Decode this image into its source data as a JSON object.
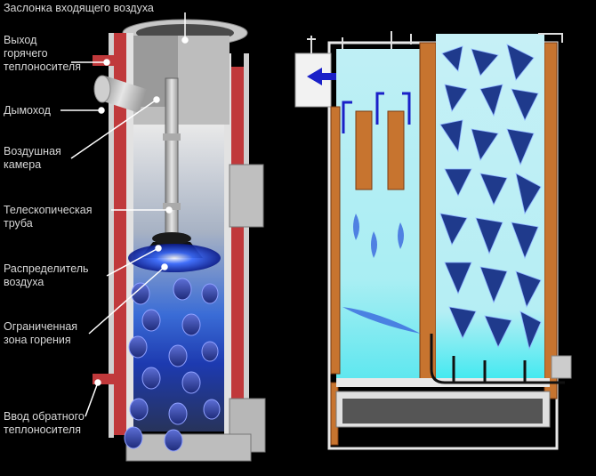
{
  "labels": {
    "air_damper": "Заслонка входящего воздуха",
    "hot_outlet_1": "Выход",
    "hot_outlet_2": "горячего",
    "hot_outlet_3": "теплоносителя",
    "chimney": "Дымоход",
    "air_chamber_1": "Воздушная",
    "air_chamber_2": "камера",
    "telescopic_1": "Телескопическая",
    "telescopic_2": "труба",
    "distributor_1": "Распределитель",
    "distributor_2": "воздуха",
    "combustion_1": "Ограниченная",
    "combustion_2": "зона горения",
    "return_inlet_1": "Ввод обратного",
    "return_inlet_2": "теплоносителя"
  },
  "icons": [
    "flow-arrow-icon",
    "flame-icon",
    "fuel-pieces-icon"
  ],
  "colors": {
    "background": "#000000",
    "label_text": "#d7d7d7",
    "water_jacket": "#c0393b",
    "steel": "#bdbdbd",
    "air_blue": "#1a3cff",
    "brick": "#c7742f",
    "chamber_cyan": "#a8f0f5"
  }
}
